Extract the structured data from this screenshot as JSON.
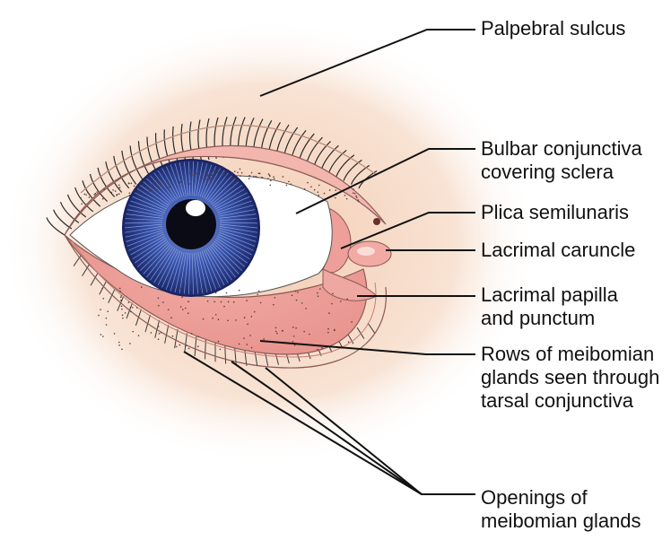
{
  "labels": {
    "palpebral_sulcus": [
      "Palpebral sulcus"
    ],
    "bulbar_conjunctiva": [
      "Bulbar conjunctiva",
      "covering sclera"
    ],
    "plica": [
      "Plica semilunaris"
    ],
    "caruncle": [
      "Lacrimal caruncle"
    ],
    "papilla": [
      "Lacrimal papilla",
      "and punctum"
    ],
    "meibomian_rows": [
      "Rows of meibomian",
      "glands seen through",
      "tarsal conjunctiva"
    ],
    "openings": [
      "Openings of",
      "meibomian glands"
    ]
  },
  "colors": {
    "skin_glow": "#f6d9c4",
    "lid_pink": "#f2b8b0",
    "lid_dark": "#d98b86",
    "sclera": "#ffffff",
    "iris_outer": "#1f2f7a",
    "iris_inner": "#3f5fb8",
    "pupil": "#0a0a14",
    "leader": "#111111"
  }
}
